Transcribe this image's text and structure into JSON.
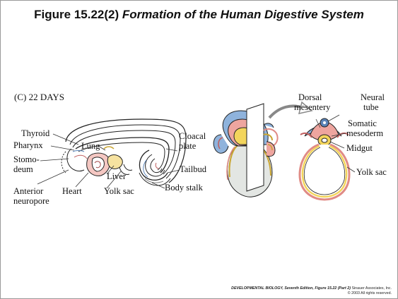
{
  "figure": {
    "title_prefix": "Figure 15.22(2)",
    "title_main": "Formation of the Human Digestive System",
    "stage_label": "(C)  22 DAYS"
  },
  "left_embryo_labels": {
    "thyroid": "Thyroid",
    "pharynx": "Pharynx",
    "lung": "Lung",
    "stomodeum_1": "Stomo-",
    "stomodeum_2": "deum",
    "liver": "Liver",
    "anterior_neuropore_1": "Anterior",
    "anterior_neuropore_2": "neuropore",
    "heart": "Heart",
    "yolk_sac": "Yolk sac",
    "cloacal_plate_1": "Cloacal",
    "cloacal_plate_2": "plate",
    "tailbud": "Tailbud",
    "body_stalk": "Body stalk"
  },
  "cross_section_labels": {
    "dorsal_mesentery_1": "Dorsal",
    "dorsal_mesentery_2": "mesentery",
    "neural_tube_1": "Neural",
    "neural_tube_2": "tube",
    "somatic_mesoderm_1": "Somatic",
    "somatic_mesoderm_2": "mesoderm",
    "midgut": "Midgut",
    "yolk_sac": "Yolk sac"
  },
  "credit": {
    "line1_title": "DEVELOPMENTAL BIOLOGY, Seventh Edition, Figure 15.22 (Part 2)",
    "line1_publisher": "Sinauer Associates, Inc.",
    "line2": "© 2003 All rights reserved."
  },
  "colors": {
    "ectoderm_blue": "#8fb3dc",
    "mesoderm_pink": "#eea59f",
    "endoderm_yellow": "#f3d55c",
    "yolk_grey": "#e3e6e3",
    "plane_white": "#ffffff"
  }
}
